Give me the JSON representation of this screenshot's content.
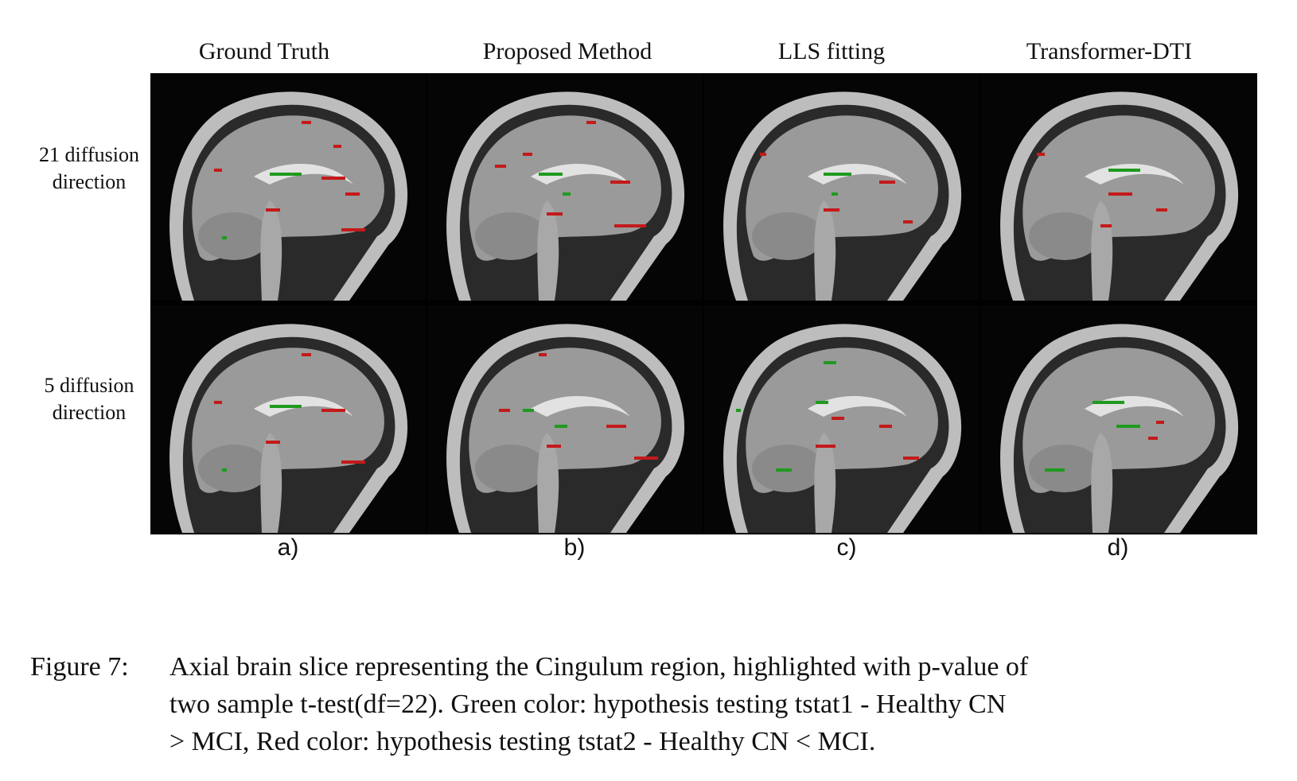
{
  "columns": [
    {
      "title": "Ground Truth",
      "sublabel": "a)"
    },
    {
      "title": "Proposed Method",
      "sublabel": "b)"
    },
    {
      "title": "LLS fitting",
      "sublabel": "c)"
    },
    {
      "title": "Transformer-DTI",
      "sublabel": "d)"
    }
  ],
  "rows": [
    {
      "label_line1": "21 diffusion",
      "label_line2": "direction"
    },
    {
      "label_line1": "5 diffusion",
      "label_line2": "direction"
    }
  ],
  "caption": {
    "figure_label": "Figure 7:",
    "line1": "Axial brain slice representing the Cingulum region, highlighted with p-value of",
    "line2": "two sample t-test(df=22).  Green color:  hypothesis testing tstat1 - Healthy CN",
    "line3": "> MCI, Red color:  hypothesis testing tstat2 - Healthy CN < MCI."
  },
  "colors": {
    "green_cluster": "#1f9a1f",
    "red_cluster": "#c41a1a"
  }
}
